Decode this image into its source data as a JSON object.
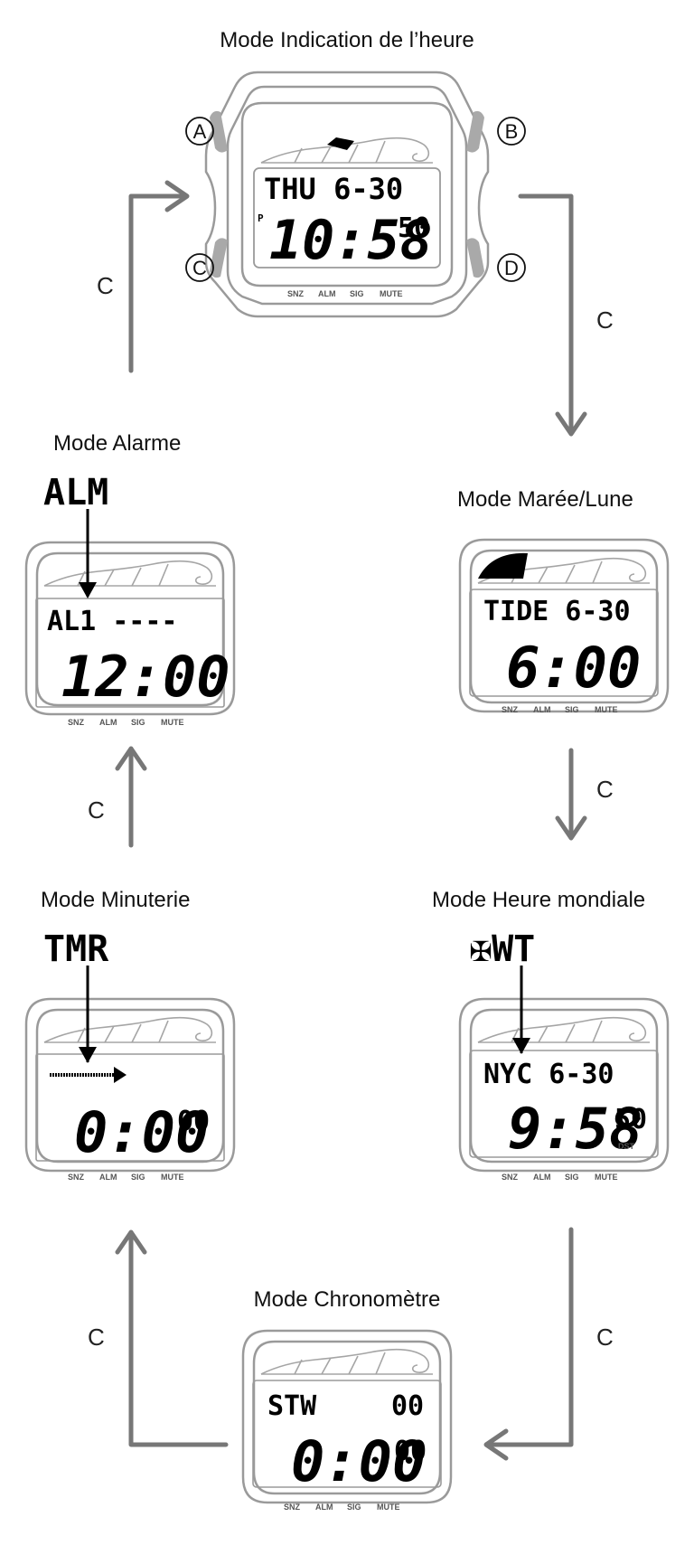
{
  "modes": {
    "timekeeping": {
      "title": "Mode Indication de l’heure",
      "top": "THU 6-30",
      "pm": "P",
      "time": "10:58",
      "sec": "50"
    },
    "tide": {
      "title": "Mode Marée/Lune",
      "top": "TIDE 6-30",
      "time": "6:00"
    },
    "alarm": {
      "title": "Mode Alarme",
      "code": "ALM",
      "top": "AL1 ----",
      "time": "12:00"
    },
    "worldtime": {
      "title": "Mode Heure mondiale",
      "code": "✠WT",
      "top": "NYC 6-30",
      "time": "9:58",
      "sec": "50",
      "dst": "DST"
    },
    "timer": {
      "title": "Mode Minuterie",
      "code": "TMR",
      "time": "0:00",
      "sec": "00"
    },
    "stopwatch": {
      "title": "Mode Chronomètre",
      "top_left": "STW",
      "top_right": "00",
      "time": "0:00",
      "sec": "00"
    }
  },
  "buttons": {
    "a": "A",
    "b": "B",
    "c": "C",
    "d": "D"
  },
  "legend": {
    "snz": "SNZ",
    "alm": "ALM",
    "sig": "SIG",
    "mute": "MUTE"
  },
  "flow_label": "C",
  "colors": {
    "arrow": "#777777",
    "case": "#9a9a9a",
    "text": "#111111"
  }
}
